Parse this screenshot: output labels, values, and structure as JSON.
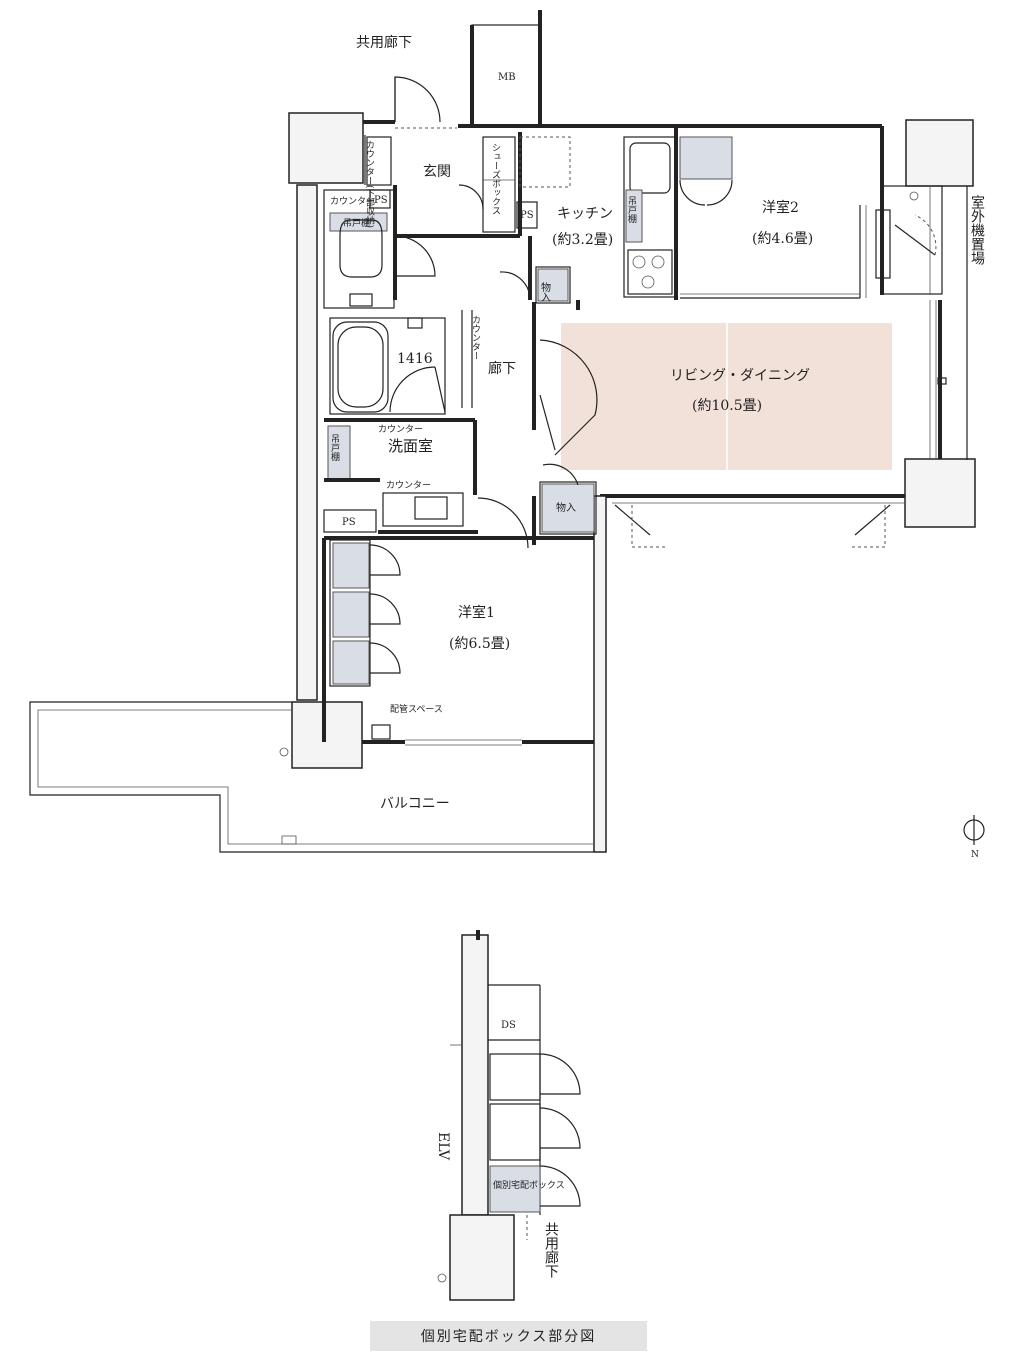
{
  "labels": {
    "common_corridor_top": "共用廊下",
    "mb": "MB",
    "counter_storage": "カウンター(下部収納)",
    "entrance": "玄関",
    "shoe_box": "シューズボックス",
    "ps_1": "PS",
    "ps_2": "PS",
    "ps_3": "PS",
    "counter_toilet": "カウンター",
    "hanging_shelf_1": "吊戸棚",
    "hanging_shelf_2": "吊戸棚",
    "hanging_shelf_kitchen": "吊戸棚",
    "kitchen": "キッチン",
    "kitchen_size": "(約3.2畳)",
    "western2": "洋室2",
    "western2_size": "(約4.6畳)",
    "outdoor_unit": "室外機置場",
    "storage_1": "物入",
    "storage_2": "物入",
    "counter_vertical": "カウンター",
    "bath_size": "1416",
    "hallway": "廊下",
    "living_dining": "リビング・ダイニング",
    "living_dining_size": "(約10.5畳)",
    "counter_wash": "カウンター",
    "washroom": "洗面室",
    "counter_wash2": "カウンター",
    "western1": "洋室1",
    "western1_size": "(約6.5畳)",
    "pipe_space": "配管スペース",
    "balcony": "バルコニー",
    "north": "N",
    "ds": "DS",
    "elv": "ELV",
    "delivery_box": "個別宅配ボックス",
    "common_corridor_bottom": "共用廊下"
  },
  "caption": "個別宅配ボックス部分図",
  "colors": {
    "ldk_fill": "#f1e1d8",
    "storage_fill": "#d9dee6",
    "wall": "#222222",
    "caption_bg": "#e4e4e4"
  }
}
